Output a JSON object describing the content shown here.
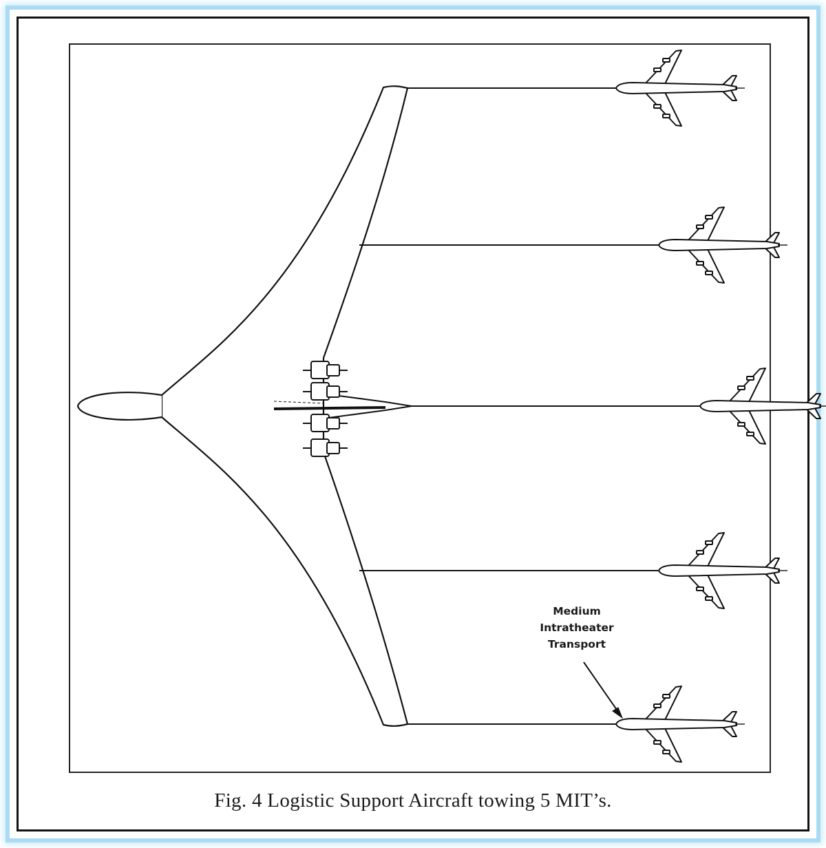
{
  "figure": {
    "caption": "Fig. 4   Logistic Support Aircraft towing 5 MIT’s.",
    "annotation": {
      "line1": "Medium",
      "line2": "Intratheater",
      "line3": "Transport"
    }
  }
}
